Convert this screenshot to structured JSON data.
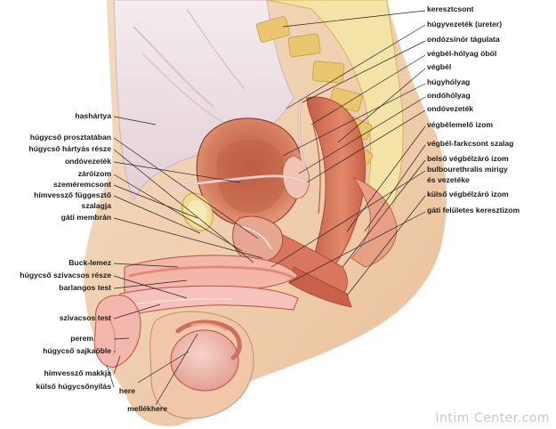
{
  "watermark": "Intim Center.com",
  "colors": {
    "background": "#ffffff",
    "skin": "#f2d7b8",
    "flesh": "#e8a085",
    "muscle": "#d4705a",
    "dark_muscle": "#b9503f",
    "bone": "#f1dc92",
    "bone_shade": "#d8b85a",
    "organ_pink": "#f3c6c2",
    "peritoneum": "#efe3e6",
    "spongy": "#f7b8b4",
    "label_text": "#1a1a1a"
  },
  "labels_right": [
    "keresztcsont",
    "húgyvezeték (ureter)",
    "ondózsinór tágulata",
    "végbél-hólyag öböl",
    "végbél",
    "húgyhólyag",
    "ondóhólyag",
    "ondóvezeték",
    "végbélemelő izom",
    "végbél-farkcsont szalag",
    "belső végbélzáró izom",
    "bulbourethralis mirigy",
    "és vezetéke",
    "külső végbélzáró izom",
    "gáti felületes keresztizom"
  ],
  "labels_left": [
    "hashártya",
    "húgycső prosztatában",
    "húgycső hártyás része",
    "ondóvezeték",
    "záróizom",
    "szeméremcsont",
    "hímvessző függesztő",
    "szalagja",
    "gáti membrán",
    "Buck-lemez",
    "húgycső szivacsos része",
    "barlangos test",
    "szivacsos test",
    "perem",
    "húgycső sajkaöble",
    "hímvessző makkja",
    "külső húgycsőnyílás"
  ],
  "labels_bottom": [
    "here",
    "mellékhere"
  ]
}
